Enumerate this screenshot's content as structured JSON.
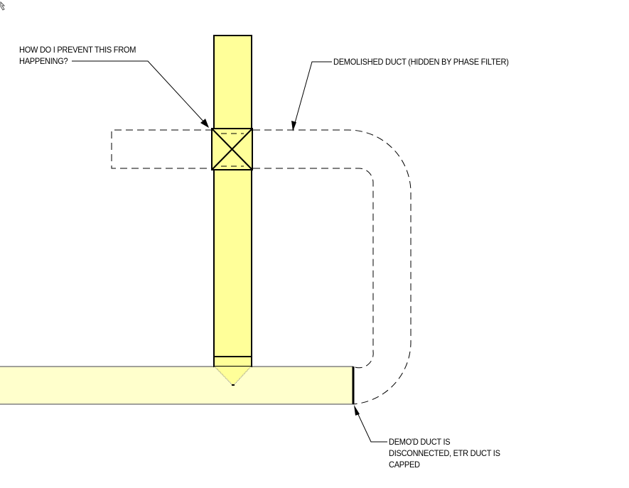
{
  "colors": {
    "background": "#ffffff",
    "new_duct_fill": "#ffff99",
    "existing_duct_fill": "#ffffcc",
    "existing_duct_edge": "#808080",
    "line": "#000000"
  },
  "annotations": {
    "question": {
      "line1": "HOW DO I PREVENT THIS FROM",
      "line2": "HAPPENING?"
    },
    "demolished": {
      "line1": "DEMOLISHED DUCT (HIDDEN BY PHASE FILTER)"
    },
    "capped": {
      "line1": "DEMO'D DUCT IS",
      "line2": "DISCONNECTED, ETR DUCT IS",
      "line3": "CAPPED"
    }
  },
  "icons": {
    "cursor": "pointer-cursor-icon"
  }
}
